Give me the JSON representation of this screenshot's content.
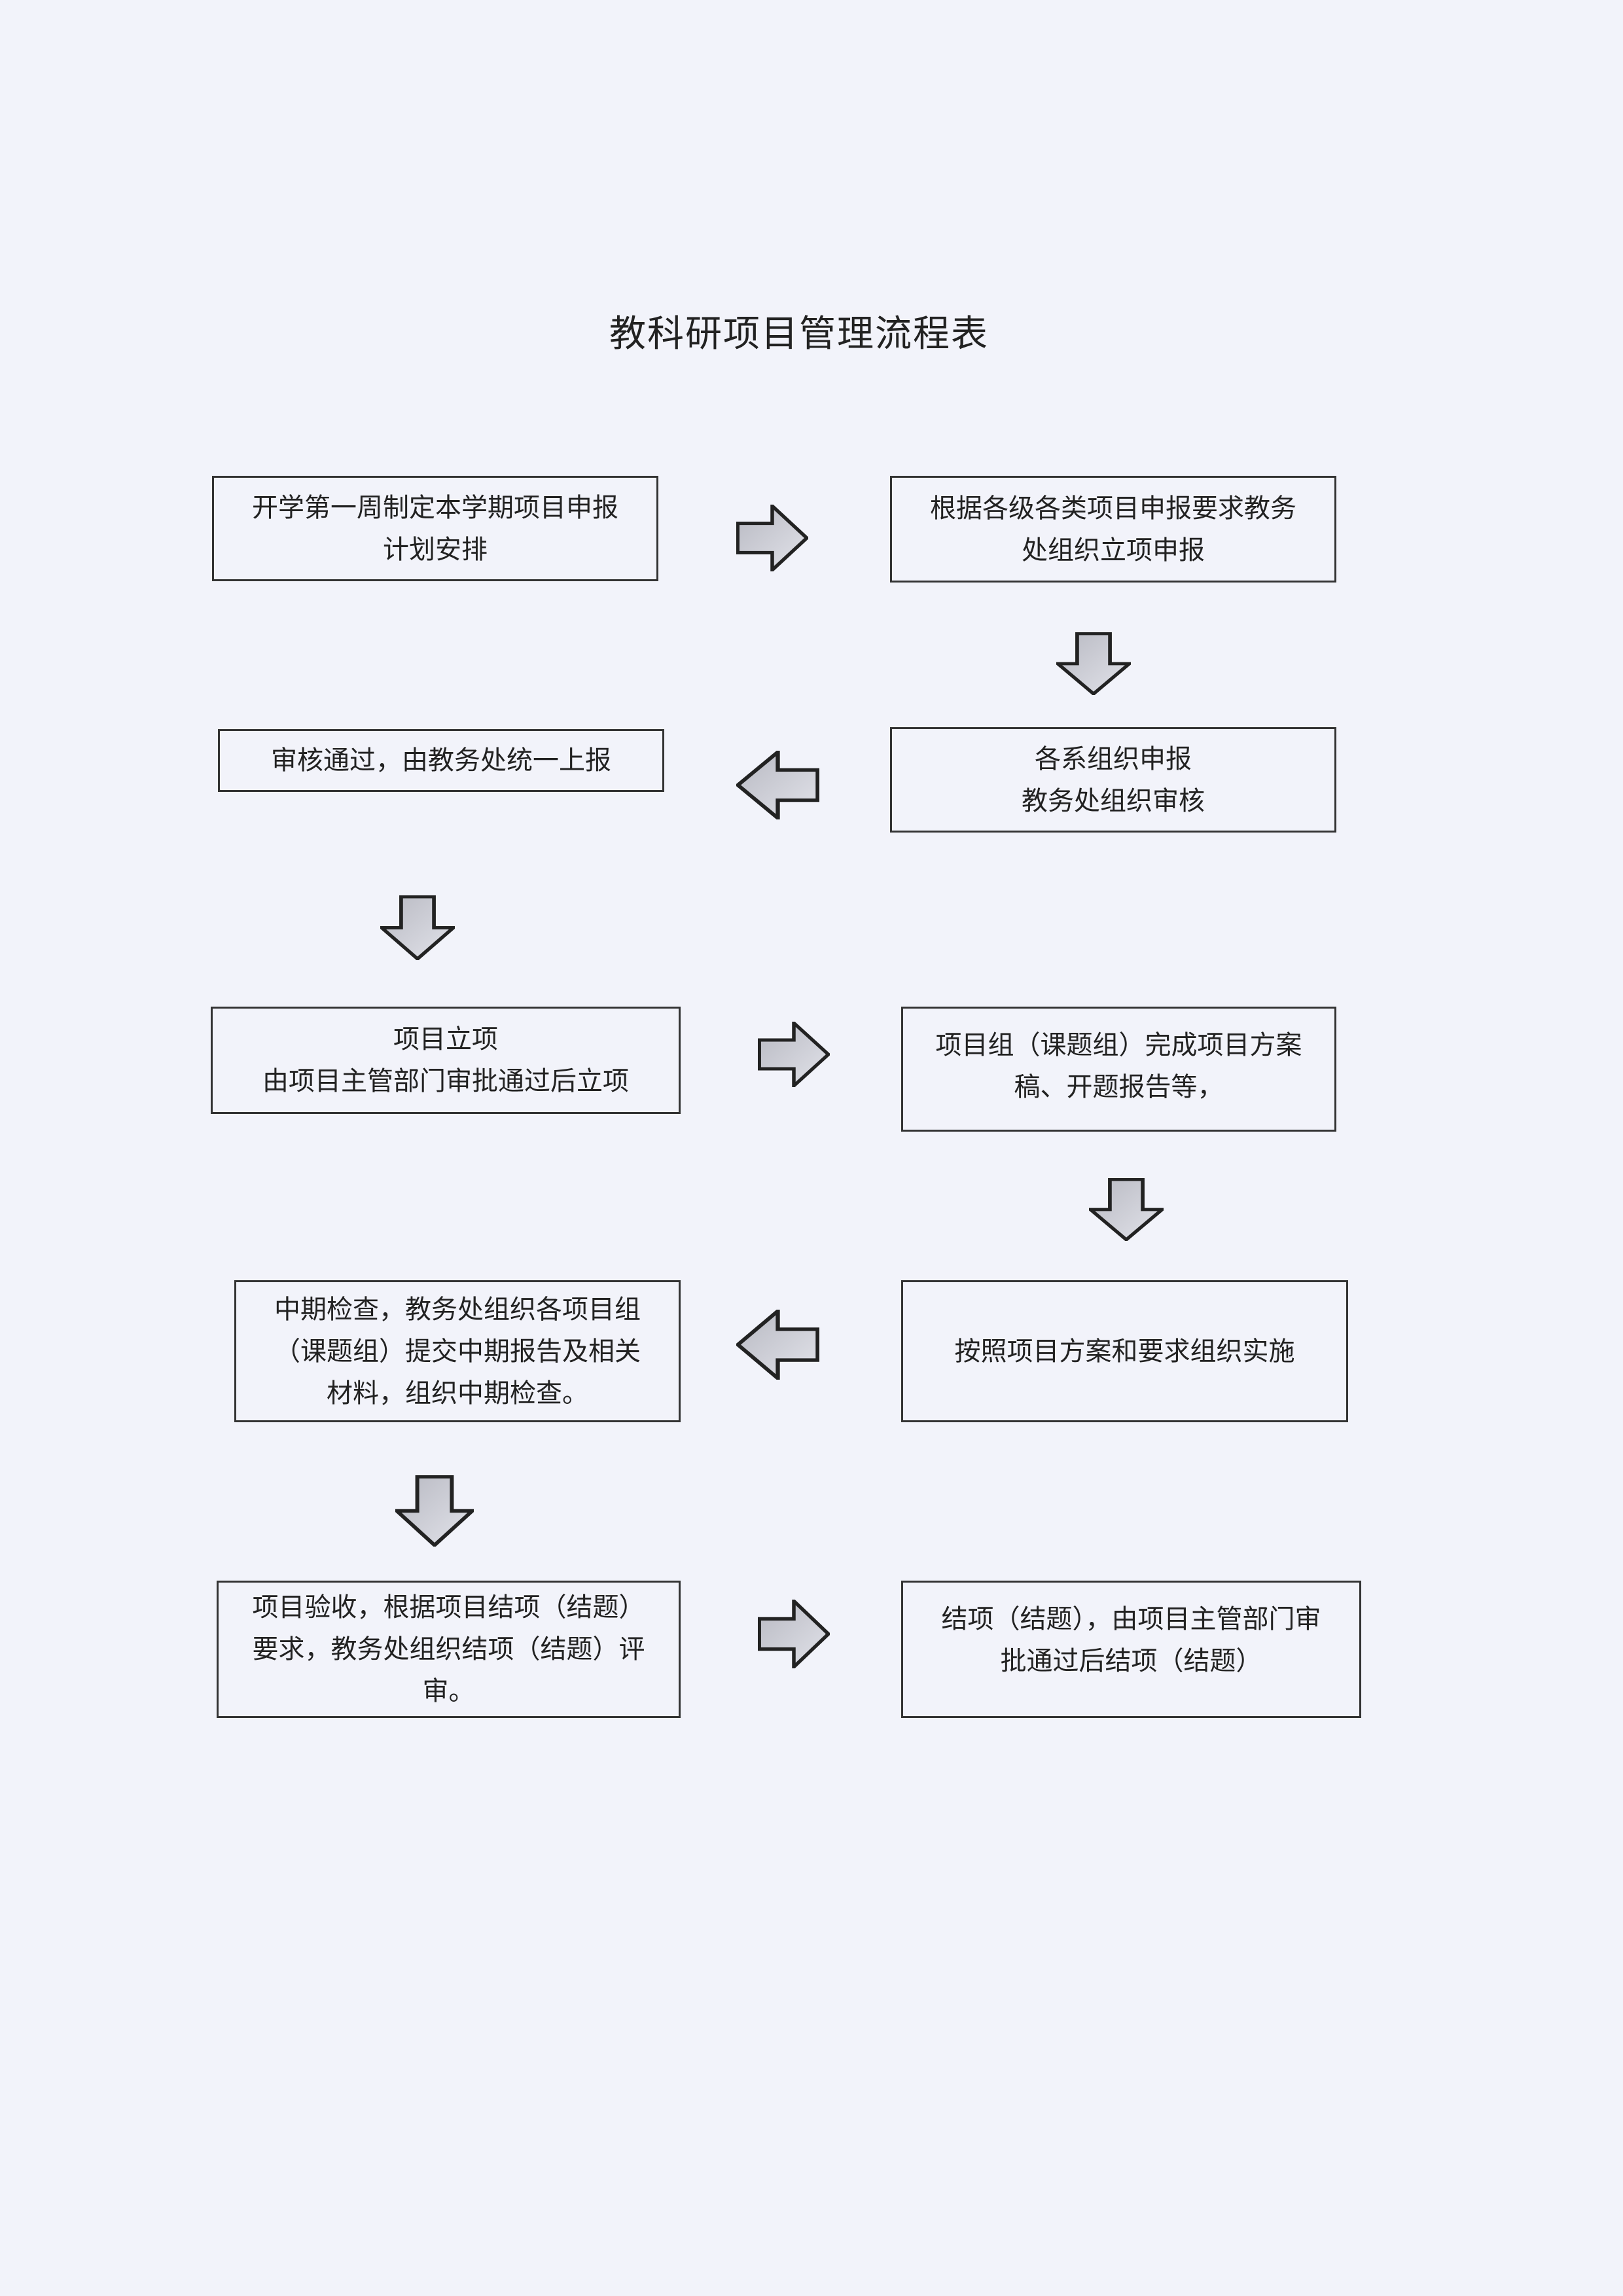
{
  "title": "教科研项目管理流程表",
  "steps": [
    {
      "lines": [
        "开学第一周制定本学期项目申报",
        "计划安排"
      ]
    },
    {
      "lines": [
        "根据各级各类项目申报要求教务",
        "处组织立项申报"
      ]
    },
    {
      "lines": [
        "各系组织申报",
        "教务处组织审核"
      ]
    },
    {
      "lines": [
        "审核通过，由教务处统一上报"
      ]
    },
    {
      "lines": [
        "项目立项",
        "由项目主管部门审批通过后立项"
      ]
    },
    {
      "lines": [
        "项目组（课题组）完成项目方案",
        "稿、开题报告等，"
      ]
    },
    {
      "lines": [
        "按照项目方案和要求组织实施"
      ]
    },
    {
      "lines": [
        "中期检查，教务处组织各项目组",
        "（课题组）提交中期报告及相关",
        "材料，组织中期检查。"
      ]
    },
    {
      "lines": [
        "项目验收，根据项目结项（结题）",
        "要求，教务处组织结项（结题）评",
        "审。"
      ]
    },
    {
      "lines": [
        "结项（结题），由项目主管部门审",
        "批通过后结项（结题）"
      ]
    }
  ],
  "arrow_icons": [
    "arrow-right-icon",
    "arrow-down-icon",
    "arrow-left-icon"
  ],
  "colors": {
    "border": "#333333",
    "arrow_fill": "#cfd0d8",
    "paper": "#f2f3fa"
  }
}
